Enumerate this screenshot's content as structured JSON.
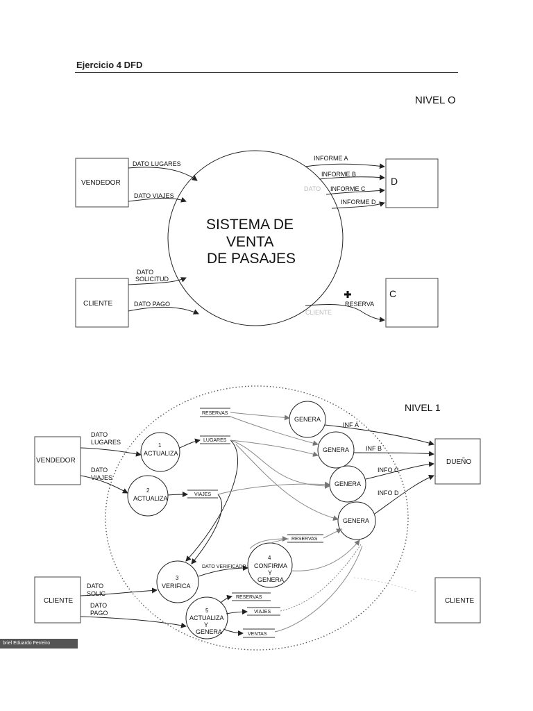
{
  "page": {
    "title": "Ejercicio 4 DFD",
    "footer_author": "briel Eduardo Ferreiro"
  },
  "level0": {
    "label": "NIVEL O",
    "system": {
      "line1": "SISTEMA DE",
      "line2": "VENTA",
      "line3": "DE PASAJES"
    },
    "entities": {
      "vendedor": "VENDEDOR",
      "cliente": "CLIENTE",
      "d_box": "D",
      "c_box": "C"
    },
    "flows": {
      "dato_lugares": "DATO LUGARES",
      "dato_viajes": "DATO VIAJES",
      "dato_solicitud_1": "DATO",
      "dato_solicitud_2": "SOLICITUD",
      "dato_pago": "DATO PAGO",
      "informe_a": "INFORME A",
      "informe_b": "INFORME B",
      "informe_c": "INFORME C",
      "informe_d": "INFORME D",
      "reserva": "RESERVA",
      "faded_1": "DATO",
      "faded_2": "CLIENTE"
    }
  },
  "level1": {
    "label": "NIVEL 1",
    "entities": {
      "vendedor": "VENDEDOR",
      "cliente_left": "CLIENTE",
      "dueno": "DUEÑO",
      "cliente_right": "CLIENTE"
    },
    "processes": {
      "p1_num": "1",
      "p1_name": "ACTUALIZA",
      "p2_num": "2",
      "p2_name": "ACTUALIZA",
      "p3_num": "3",
      "p3_name": "VERIFICA",
      "p4_num": "4",
      "p4_line1": "CONFIRMA",
      "p4_line2": "Y",
      "p4_line3": "GENERA",
      "p5_num": "5",
      "p5_line1": "ACTUALIZA",
      "p5_line2": "Y",
      "p5_line3": "GENERA",
      "genera_a": "GENERA",
      "genera_b": "GENERA",
      "genera_c": "GENERA",
      "genera_d": "GENERA"
    },
    "stores": {
      "reservas_top": "RESERVAS",
      "lugares": "LUGARES",
      "viajes": "VIAJES",
      "reservas_mid": "RESERVAS",
      "reservas_low": "RESERVAS",
      "viajes_low": "VIAJES",
      "ventas": "VENTAS"
    },
    "flows": {
      "dato_lugares_1": "DATO",
      "dato_lugares_2": "LUGARES",
      "dato_viajes_1": "DATO",
      "dato_viajes_2": "VIAJES",
      "dato_solic_1": "DATO",
      "dato_solic_2": "SOLIC",
      "dato_pago_1": "DATO",
      "dato_pago_2": "PAGO",
      "inf_a": "INF Á",
      "inf_b": "INF  B",
      "info_c": "INFO C",
      "info_d": "INFO D",
      "dato_verificado": "DATO VERIFICADO"
    }
  }
}
